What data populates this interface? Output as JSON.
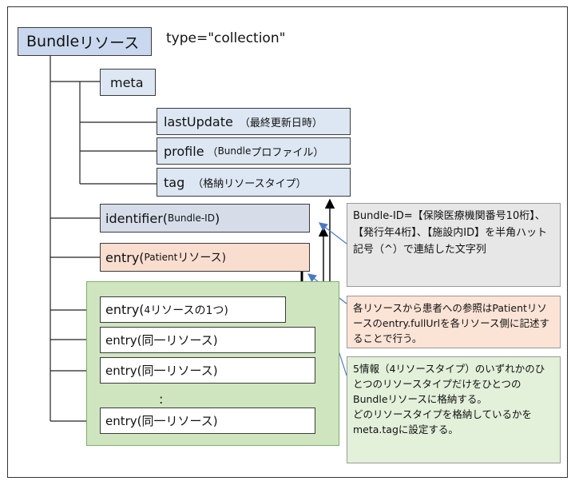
{
  "bundle": {
    "name": "Bundle",
    "suffix": "リソース",
    "type_label": "type=\"collection\""
  },
  "tree": {
    "meta": "meta",
    "lastUpdate": {
      "key": "lastUpdate",
      "note": "（最終更新日時）"
    },
    "profile": {
      "key": "profile",
      "note_prefix": "（",
      "note_small": "Bundle",
      "note_rest": "プロファイル）"
    },
    "tag": {
      "key": "tag",
      "note": "（格納リソースタイプ）"
    },
    "identifier": {
      "key": "identifier(",
      "small": "Bundle-ID",
      "close": ")"
    },
    "entry_patient": {
      "key": "entry(",
      "small": "Patient",
      "rest": "リソース)"
    },
    "entry_one": {
      "key": "entry(",
      "small": "4",
      "rest": "リソースの1つ)"
    },
    "entry_same_1": "entry(同一リソース)",
    "entry_same_2": "entry(同一リソース)",
    "ellipsis": ":",
    "entry_same_3": "entry(同一リソース)"
  },
  "notes": {
    "bundle_id": "Bundle-ID=【保険医療機関番号10桁】、【発行年4桁】、【施設内ID】を半角ハット記号（^）で連結した文字列",
    "patient_ref": "各リソースから患者への参照はPatientリソースのentry.fullUrlを各リソース側に記述することで行う。",
    "five_info": [
      "5情報（4リソースタイプ）のいずれかのひとつのリソースタイプだけをひとつのBundleリソースに格納する。",
      "どのリソースタイプを格納しているかをmeta.tagに設定する。"
    ]
  },
  "colors": {
    "bundle_box": "#c9d8ee",
    "blue_box": "#dde7f3",
    "grey_box": "#d6dde9",
    "peach_box": "#f9ded0",
    "green_area": "#cfe5c0",
    "note_grey": "#e7e7e7",
    "note_peach": "#fbe3d6",
    "note_green": "#e3f0da",
    "arrow_blue": "#4a78c4"
  }
}
